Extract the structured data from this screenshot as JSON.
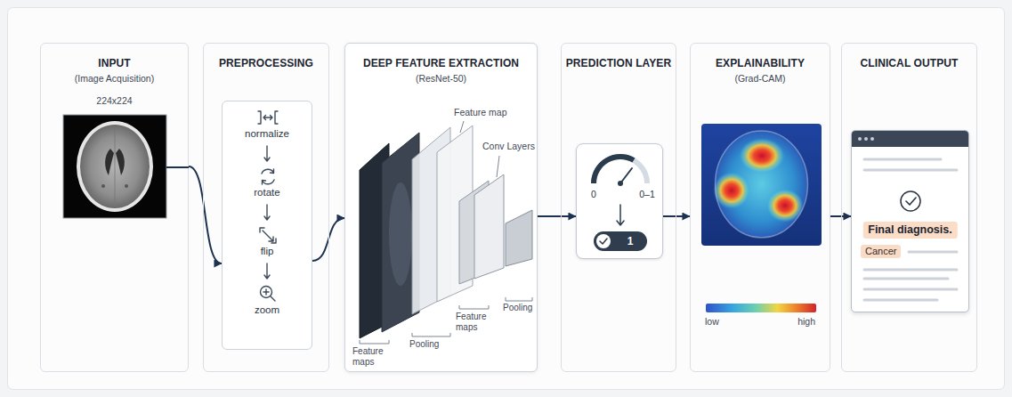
{
  "diagram": {
    "nodes": [
      {
        "text": [
          "INPUT",
          "(Image Acquisition)"
        ]
      },
      {
        "text": [
          "PREPROCESSING"
        ]
      },
      {
        "text": [
          "normalize",
          "rotate",
          "flip",
          "zoom"
        ],
        "in": 1
      },
      {
        "text": [
          "DEEP FEATURE EXTRACTION",
          "(ResNet-50)"
        ]
      },
      {
        "text": [
          "PREDICTION LAYER"
        ]
      },
      {
        "text": [
          "0",
          "0–1"
        ],
        "in": 4
      },
      {
        "text": [
          "1"
        ],
        "in": 5
      },
      {
        "text": [
          "EXPLAINABILITY",
          "(Grad-CAM)"
        ]
      },
      {
        "text": [
          "CLINICAL OUTPUT"
        ]
      },
      {
        "text": [
          "Final diagnosis.",
          "Cancer"
        ],
        "in": 8
      }
    ],
    "edges": [
      {
        "from": 0,
        "to": 2,
        "arrow": "to"
      },
      {
        "from": 2,
        "to": 3,
        "arrow": "to"
      },
      {
        "from": 3,
        "to": 5,
        "arrow": "to"
      },
      {
        "from": 5,
        "to": 7,
        "arrow": "to"
      },
      {
        "from": 7,
        "to": 9,
        "arrow": "to"
      }
    ],
    "labels": [
      "224x224",
      "Feature map",
      "Conv Layers",
      "Feature maps",
      "Pooling",
      "Feature maps",
      "Pooling",
      "low",
      "high"
    ]
  }
}
